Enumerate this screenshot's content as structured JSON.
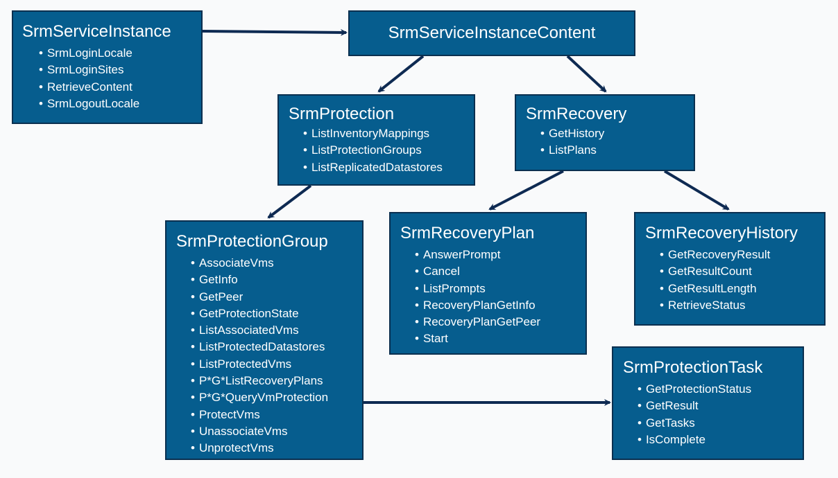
{
  "boxes": {
    "instance": {
      "title": "SrmServiceInstance",
      "items": [
        "SrmLoginLocale",
        "SrmLoginSites",
        "RetrieveContent",
        "SrmLogoutLocale"
      ]
    },
    "content": {
      "title": "SrmServiceInstanceContent"
    },
    "protection": {
      "title": "SrmProtection",
      "items": [
        "ListInventoryMappings",
        "ListProtectionGroups",
        "ListReplicatedDatastores"
      ]
    },
    "recovery": {
      "title": "SrmRecovery",
      "items": [
        "GetHistory",
        "ListPlans"
      ]
    },
    "group": {
      "title": "SrmProtectionGroup",
      "items": [
        "AssociateVms",
        "GetInfo",
        "GetPeer",
        "GetProtectionState",
        "ListAssociatedVms",
        "ListProtectedDatastores",
        "ListProtectedVms",
        "P*G*ListRecoveryPlans",
        "P*G*QueryVmProtection",
        "ProtectVms",
        "UnassociateVms",
        "UnprotectVms"
      ]
    },
    "plan": {
      "title": "SrmRecoveryPlan",
      "items": [
        "AnswerPrompt",
        "Cancel",
        "ListPrompts",
        "RecoveryPlanGetInfo",
        "RecoveryPlanGetPeer",
        "Start"
      ]
    },
    "history": {
      "title": "SrmRecoveryHistory",
      "items": [
        "GetRecoveryResult",
        "GetResultCount",
        "GetResultLength",
        "RetrieveStatus"
      ]
    },
    "task": {
      "title": "SrmProtectionTask",
      "items": [
        "GetProtectionStatus",
        "GetResult",
        "GetTasks",
        "IsComplete"
      ]
    }
  },
  "connections": [
    {
      "from": "instance",
      "to": "content"
    },
    {
      "from": "content",
      "to": "protection"
    },
    {
      "from": "content",
      "to": "recovery"
    },
    {
      "from": "protection",
      "to": "group"
    },
    {
      "from": "recovery",
      "to": "plan"
    },
    {
      "from": "recovery",
      "to": "history"
    },
    {
      "from": "group",
      "to": "task"
    }
  ],
  "colors": {
    "box_fill": "#065d8e",
    "box_border": "#0a2f4f",
    "arrow": "#0e2a52",
    "text": "#ffffff"
  }
}
